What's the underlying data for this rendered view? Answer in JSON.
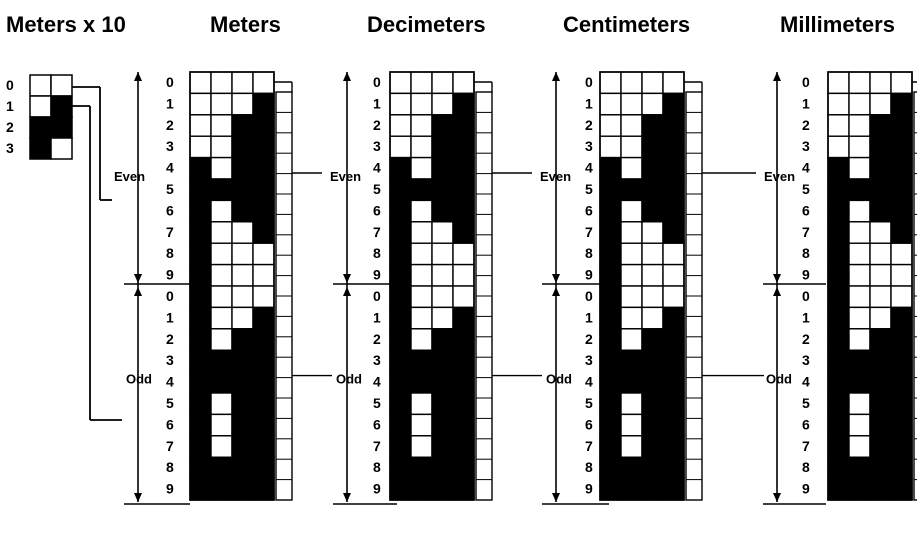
{
  "headers": {
    "meters_x10": "Meters  x 10",
    "meters": "Meters",
    "decimeters": "Decimeters",
    "centimeters": "Centimeters",
    "millimeters": "Millimeters"
  },
  "labels": {
    "even": "Even",
    "odd": "Odd"
  },
  "digits": [
    "0",
    "1",
    "2",
    "3",
    "4",
    "5",
    "6",
    "7",
    "8",
    "9"
  ],
  "colors": {
    "ink": "#000000",
    "paper": "#ffffff"
  },
  "meters_x10_code": {
    "rows": [
      "0",
      "1",
      "2",
      "3"
    ],
    "pattern": [
      "00",
      "01",
      "11",
      "10"
    ]
  },
  "scale_code": {
    "description_rows": 20,
    "pattern": [
      "0000",
      "0001",
      "0011",
      "0011",
      "1011",
      "1111",
      "1011",
      "1001",
      "1000",
      "1000",
      "1000",
      "1001",
      "1011",
      "1111",
      "1111",
      "1011",
      "1011",
      "1011",
      "1111",
      "1111"
    ]
  }
}
